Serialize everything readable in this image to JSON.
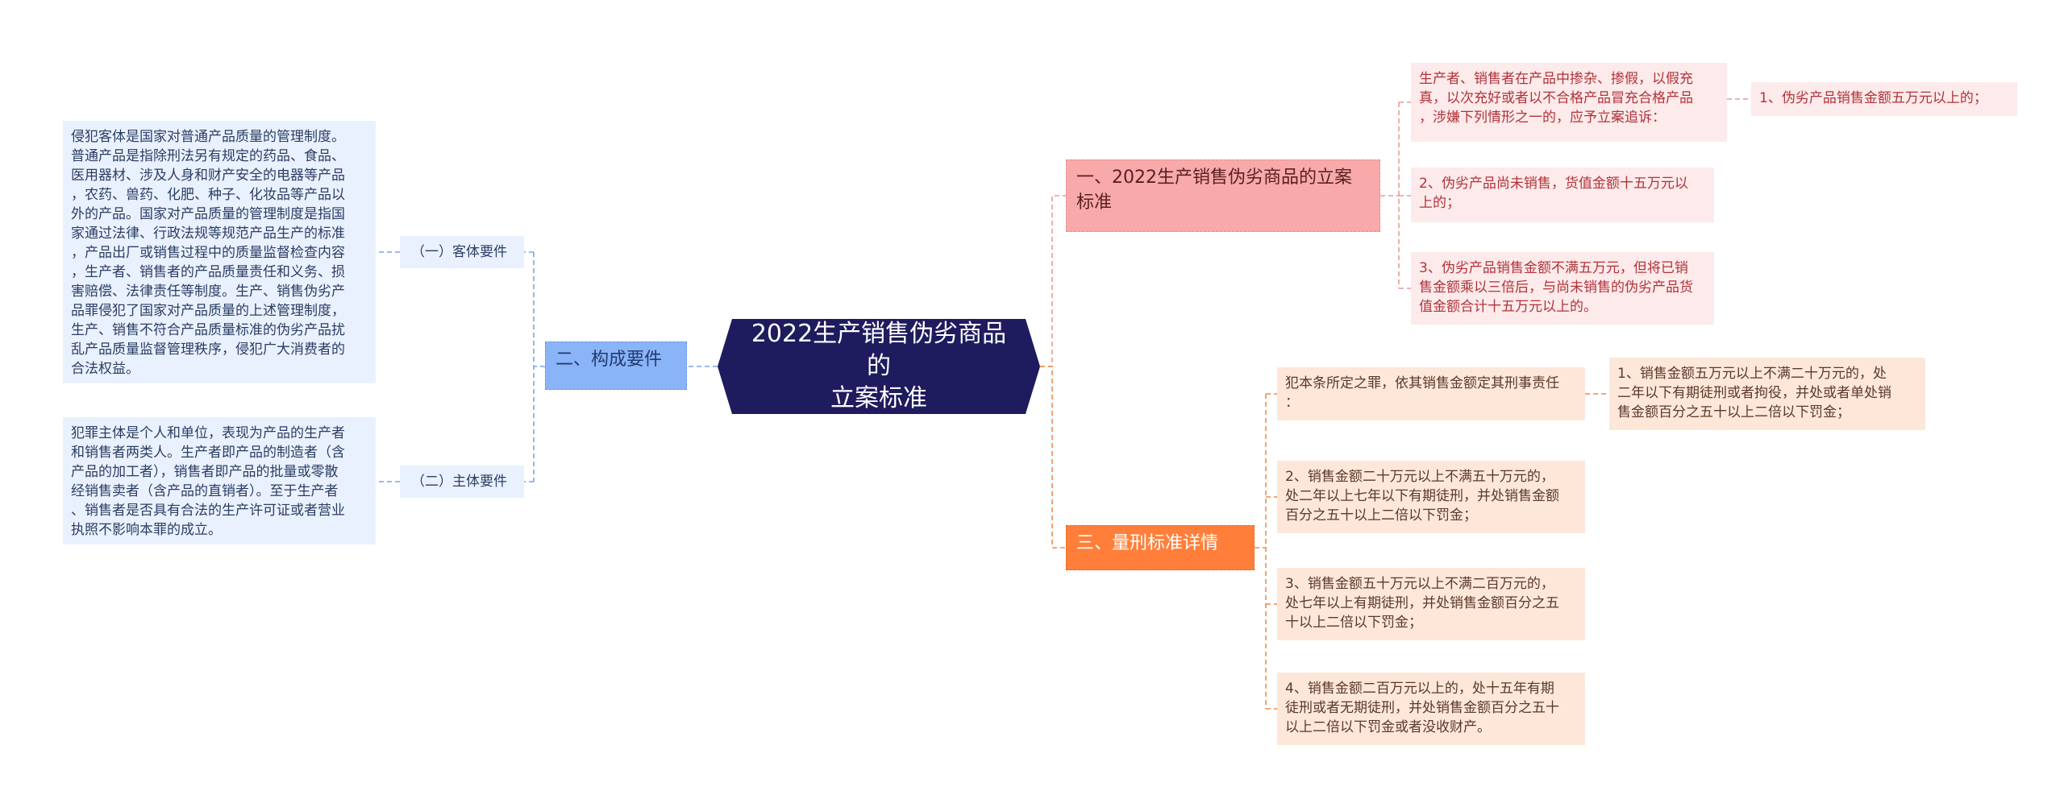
{
  "root": {
    "text": "2022生产销售伪劣商品的\n立案标准"
  },
  "branches": {
    "b1": {
      "title": "一、2022生产销售伪劣商品的立案\n标准",
      "intro": "生产者、销售者在产品中掺杂、掺假，以假充\n真，以次充好或者以不合格产品冒充合格产品\n，涉嫌下列情形之一的，应予立案追诉：",
      "item1": "1、伪劣产品销售金额五万元以上的；",
      "item2": "2、伪劣产品尚未销售，货值金额十五万元以\n上的；",
      "item3": "3、伪劣产品销售金额不满五万元，但将已销\n售金额乘以三倍后，与尚未销售的伪劣产品货\n值金额合计十五万元以上的。"
    },
    "b2": {
      "title": "二、构成要件",
      "object_label": "（一）客体要件",
      "object_text": "侵犯客体是国家对普通产品质量的管理制度。\n普通产品是指除刑法另有规定的药品、食品、\n医用器材、涉及人身和财产安全的电器等产品\n，农药、兽药、化肥、种子、化妆品等产品以\n外的产品。国家对产品质量的管理制度是指国\n家通过法律、行政法规等规范产品生产的标准\n，产品出厂或销售过程中的质量监督检查内容\n，生产者、销售者的产品质量责任和义务、损\n害赔偿、法律责任等制度。生产、销售伪劣产\n品罪侵犯了国家对产品质量的上述管理制度，\n生产、销售不符合产品质量标准的伪劣产品扰\n乱产品质量监督管理秩序，侵犯广大消费者的\n合法权益。",
      "subject_label": "（二）主体要件",
      "subject_text": "犯罪主体是个人和单位，表现为产品的生产者\n和销售者两类人。生产者即产品的制造者（含\n产品的加工者），销售者即产品的批量或零散\n经销售卖者（含产品的直销者）。至于生产者\n、销售者是否具有合法的生产许可证或者营业\n执照不影响本罪的成立。"
    },
    "b3": {
      "title": "三、量刑标准详情",
      "intro": "犯本条所定之罪，依其销售金额定其刑事责任\n：",
      "item1": "1、销售金额五万元以上不满二十万元的，处\n二年以下有期徒刑或者拘役，并处或者单处销\n售金额百分之五十以上二倍以下罚金；",
      "item2": "2、销售金额二十万元以上不满五十万元的，\n处二年以上七年以下有期徒刑，并处销售金额\n百分之五十以上二倍以下罚金；",
      "item3": "3、销售金额五十万元以上不满二百万元的，\n处七年以上有期徒刑，并处销售金额百分之五\n十以上二倍以下罚金；",
      "item4": "4、销售金额二百万元以上的，处十五年有期\n徒刑或者无期徒刑，并处销售金额百分之五十\n以上二倍以下罚金或者没收财产。"
    }
  },
  "colors": {
    "root": "#1e1b5e",
    "branch_blue": "#8ab4f8",
    "branch_pink": "#f8a9a9",
    "branch_orange": "#ff7f3a",
    "leaf_blue": "#e9f1fe",
    "leaf_pink": "#fdeaea",
    "leaf_orange": "#fde7d9"
  }
}
